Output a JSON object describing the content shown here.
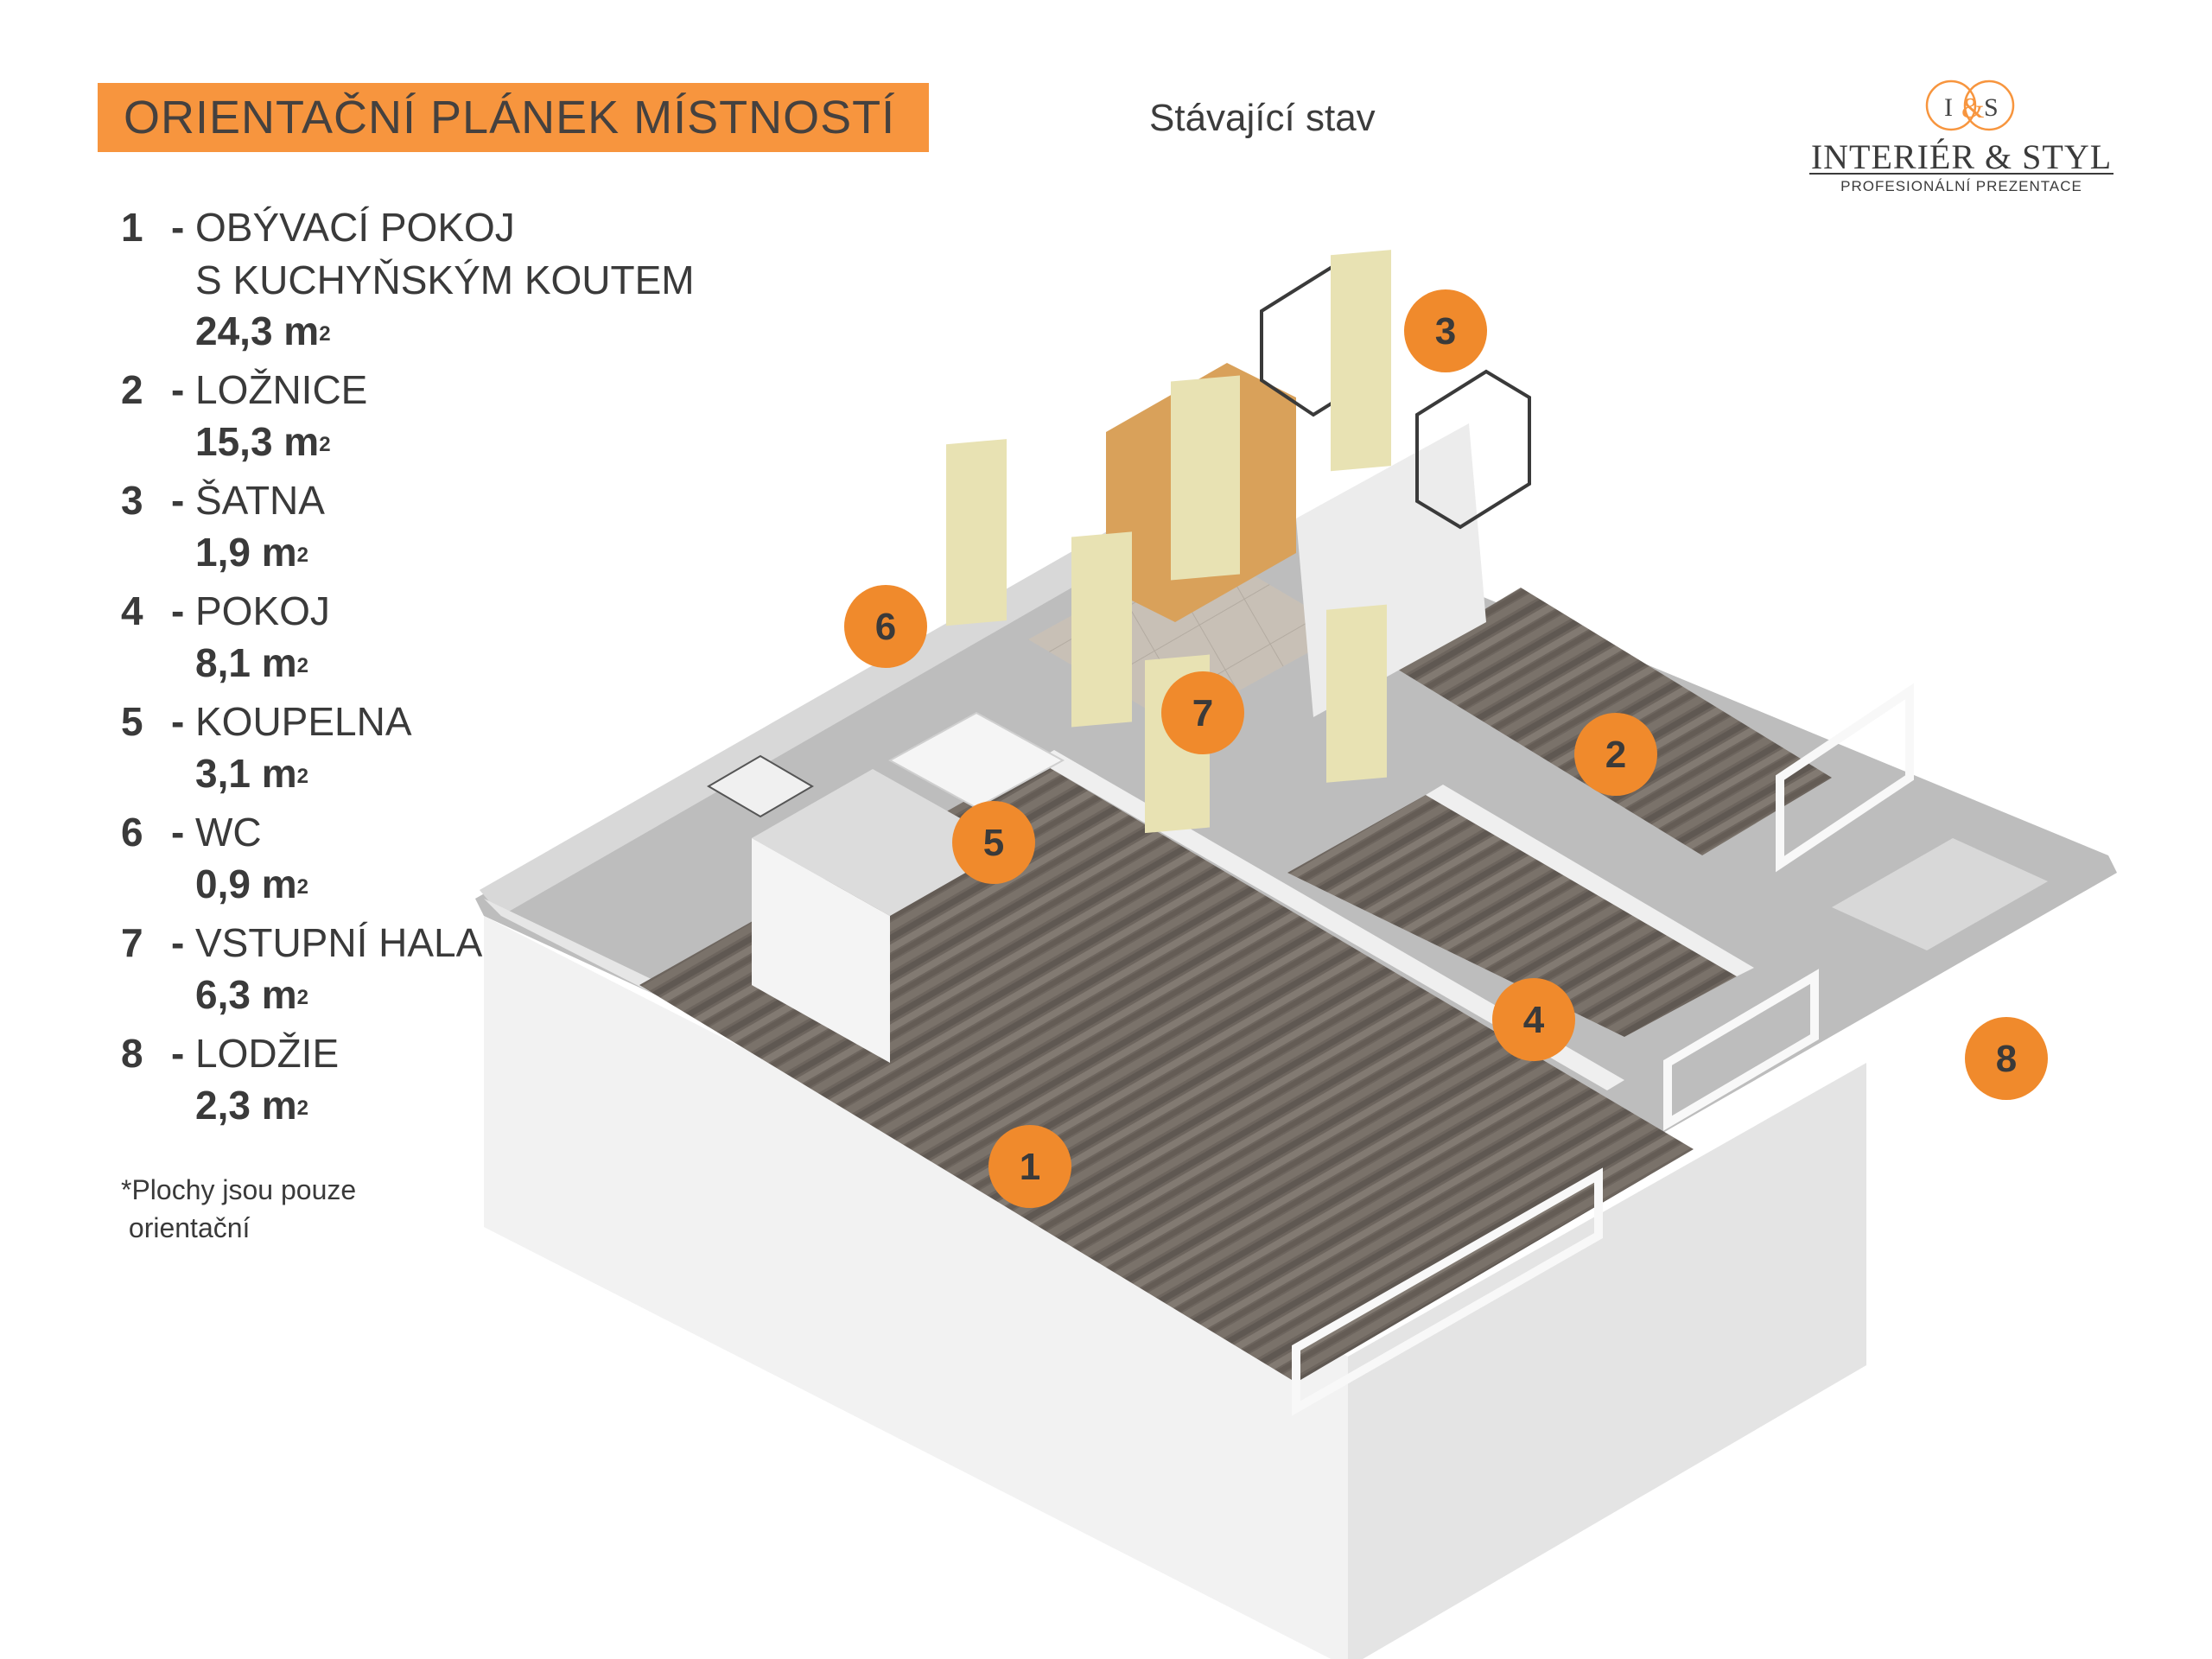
{
  "header": {
    "title": "ORIENTAČNÍ PLÁNEK MÍSTNOSTÍ",
    "subtitle": "Stávající stav"
  },
  "logo": {
    "monogram_left": "I",
    "monogram_amp": "&",
    "monogram_right": "S",
    "name": "INTERIÉR & STYL",
    "tagline": "PROFESIONÁLNÍ PREZENTACE"
  },
  "rooms": [
    {
      "num": "1",
      "dash": "-",
      "name": "OBÝVACÍ POKOJ",
      "name2": "S KUCHYŇSKÝM KOUTEM",
      "area": "24,3 m",
      "unit_sup": "2"
    },
    {
      "num": "2",
      "dash": "-",
      "name": "LOŽNICE",
      "area": "15,3 m",
      "unit_sup": "2"
    },
    {
      "num": "3",
      "dash": "-",
      "name": "ŠATNA",
      "area": "1,9 m",
      "unit_sup": "2"
    },
    {
      "num": "4",
      "dash": "-",
      "name": "POKOJ",
      "area": "8,1 m",
      "unit_sup": "2"
    },
    {
      "num": "5",
      "dash": "-",
      "name": "KOUPELNA",
      "area": "3,1 m",
      "unit_sup": "2"
    },
    {
      "num": "6",
      "dash": "-",
      "name": "WC",
      "area": "0,9 m",
      "unit_sup": "2"
    },
    {
      "num": "7",
      "dash": "-",
      "name": "VSTUPNÍ HALA",
      "area": "6,3 m",
      "unit_sup": "2"
    },
    {
      "num": "8",
      "dash": "-",
      "name": "LODŽIE",
      "area": "2,3 m",
      "unit_sup": "2"
    }
  ],
  "footnote": {
    "line1": "*Plochy jsou pouze",
    "line2": " orientační"
  },
  "markers": [
    "1",
    "2",
    "3",
    "4",
    "5",
    "6",
    "7",
    "8"
  ],
  "colors": {
    "accent": "#f7953e",
    "marker": "#f08a2c",
    "floor": "#6f6760",
    "wall": "#e2e2e2",
    "text": "#3a3a3a"
  }
}
